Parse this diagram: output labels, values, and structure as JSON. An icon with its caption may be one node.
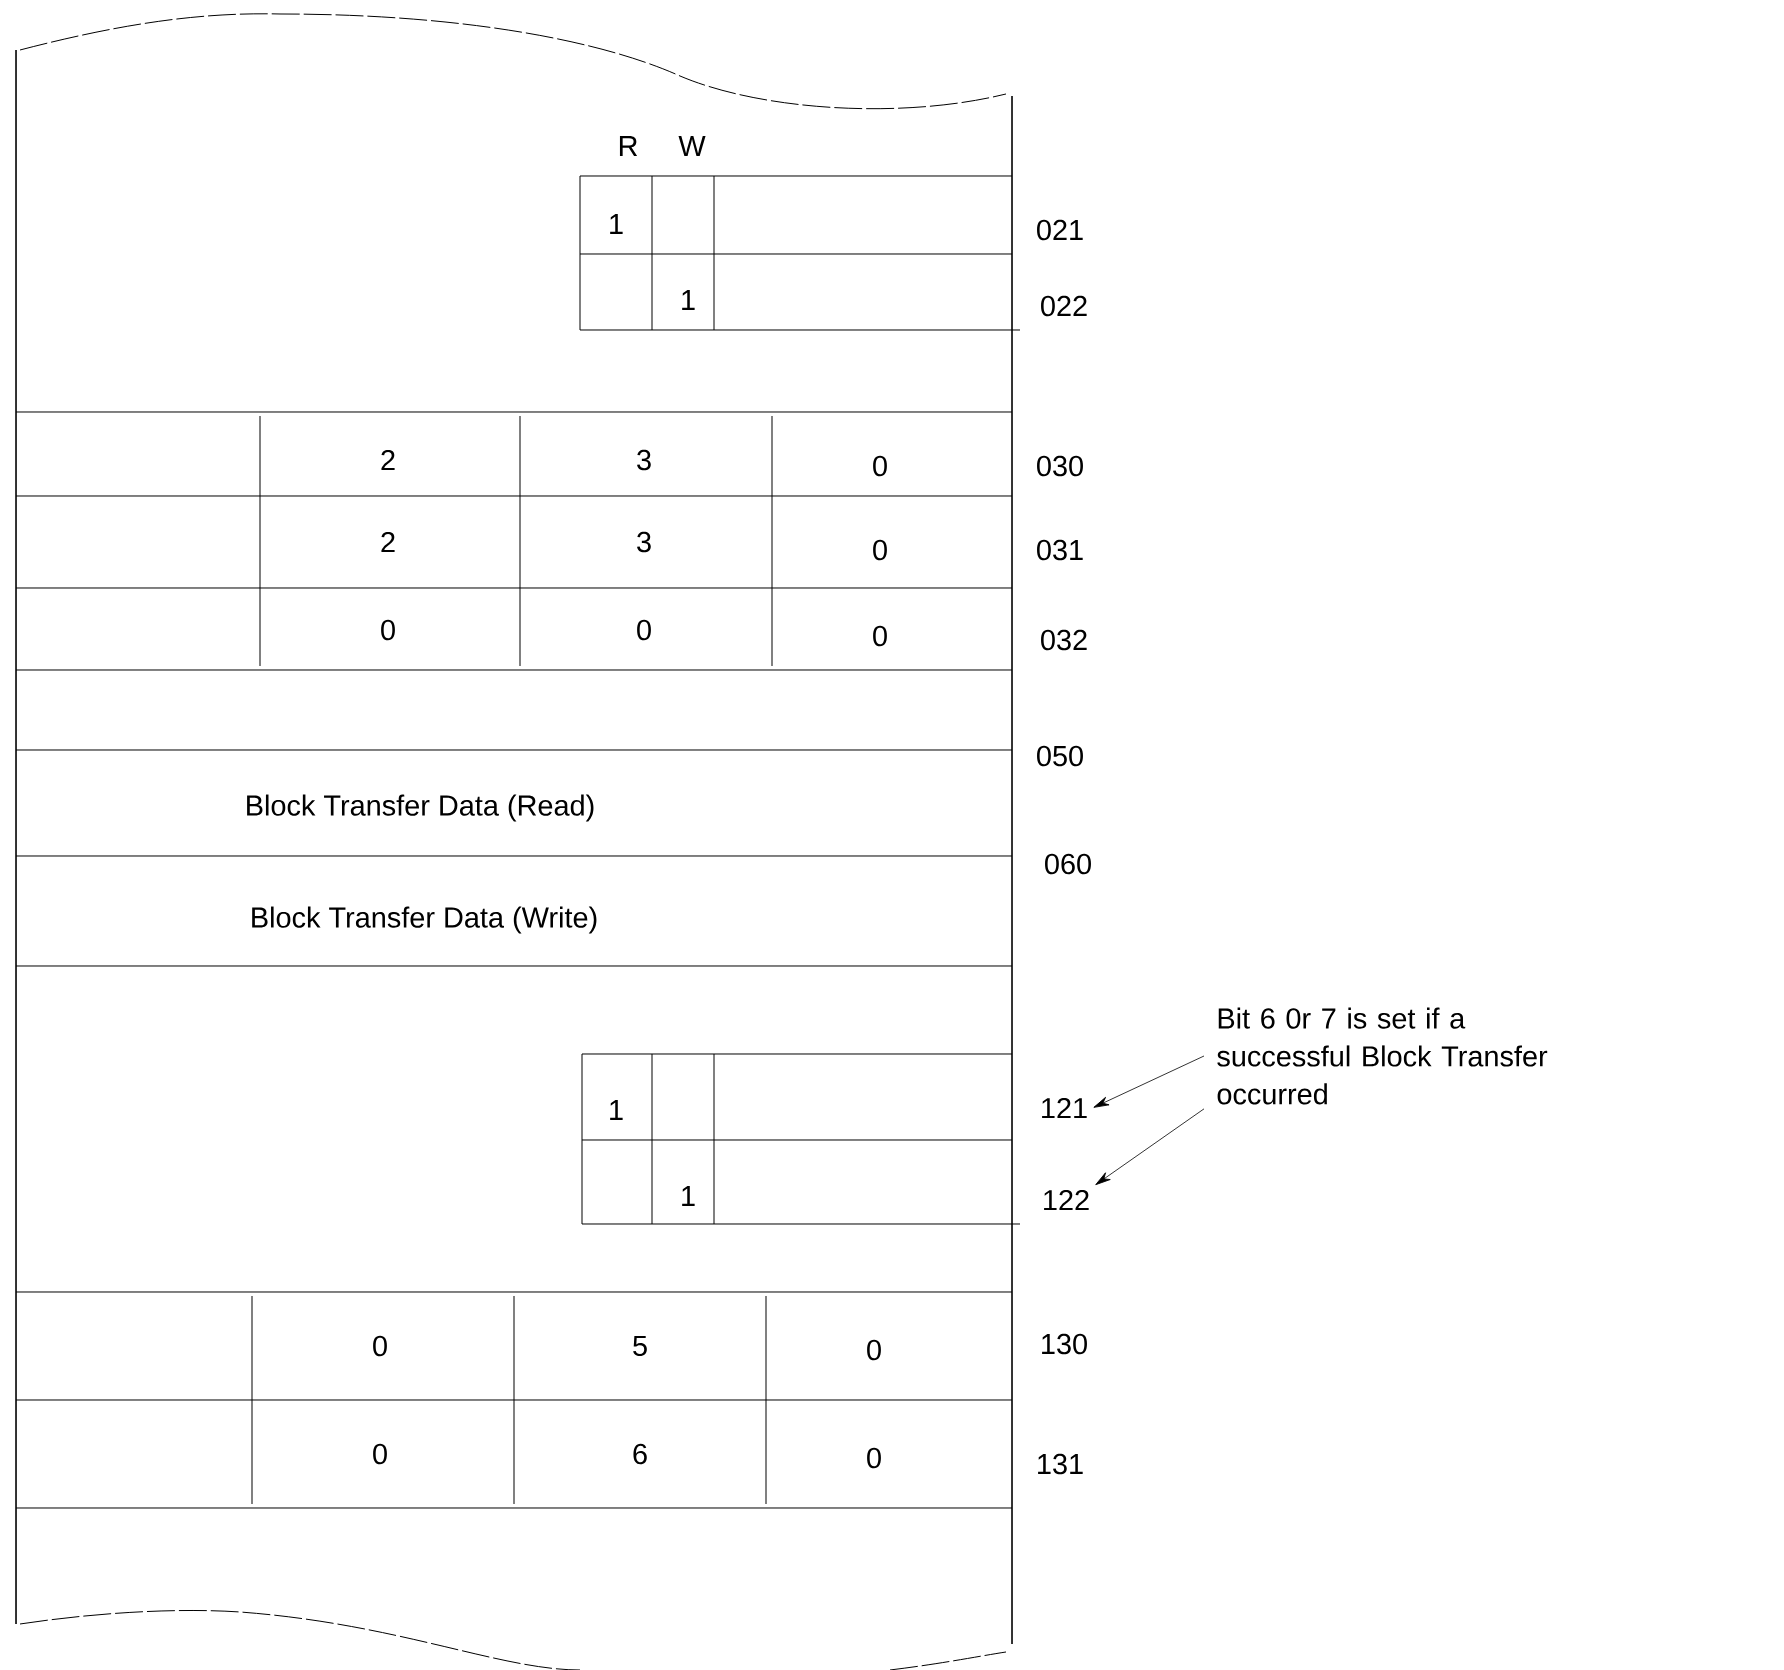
{
  "diagram": {
    "nodes": [
      {
        "text": [
          "121"
        ]
      },
      {
        "text": [
          "122"
        ]
      },
      {
        "text": [
          "Bit 6 0r 7 is set if a successful Block Transfer occurred"
        ]
      }
    ],
    "edges": [
      {
        "from": 2,
        "to": 0,
        "arrow": "to"
      },
      {
        "from": 2,
        "to": 1,
        "arrow": "to"
      }
    ],
    "labels": [
      "R",
      "W",
      "1",
      "021",
      "1",
      "022",
      "2",
      "3",
      "0",
      "030",
      "2",
      "3",
      "0",
      "031",
      "0",
      "0",
      "0",
      "032",
      "050",
      "Block Transfer Data (Read)",
      "060",
      "Block Transfer Data (Write)",
      "1",
      "1",
      "0",
      "5",
      "0",
      "130",
      "0",
      "6",
      "0",
      "131"
    ]
  }
}
